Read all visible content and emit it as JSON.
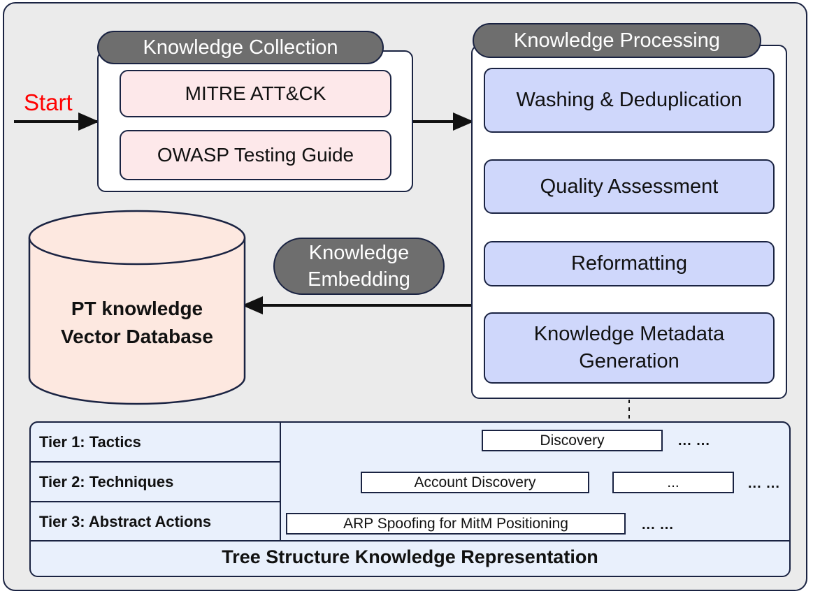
{
  "start_label": "Start",
  "collection": {
    "title": "Knowledge Collection",
    "sources": [
      "MITRE ATT&CK",
      "OWASP Testing Guide"
    ]
  },
  "processing": {
    "title": "Knowledge Processing",
    "steps": [
      "Washing & Deduplication",
      "Quality Assessment",
      "Reformatting",
      "Knowledge Metadata Generation"
    ]
  },
  "embedding": {
    "line1": "Knowledge",
    "line2": "Embedding"
  },
  "database": {
    "line1": "PT knowledge",
    "line2": "Vector Database"
  },
  "tree": {
    "caption": "Tree Structure Knowledge Representation",
    "tiers": [
      "Tier 1: Tactics",
      "Tier 2: Techniques",
      "Tier 3: Abstract Actions"
    ],
    "nodes": {
      "tactic": "Discovery",
      "technique": "Account Discovery",
      "technique_other": "...",
      "action": "ARP Spoofing for MitM Positioning"
    },
    "ellipsis": "... ..."
  },
  "colors": {
    "border": "#1a2342",
    "pill": "#6e6e6e",
    "source_box": "#fde8ea",
    "step_box": "#cfd7fb",
    "database": "#fde8e0",
    "tree_bg": "#e9f0fc",
    "start": "#ff0000"
  }
}
